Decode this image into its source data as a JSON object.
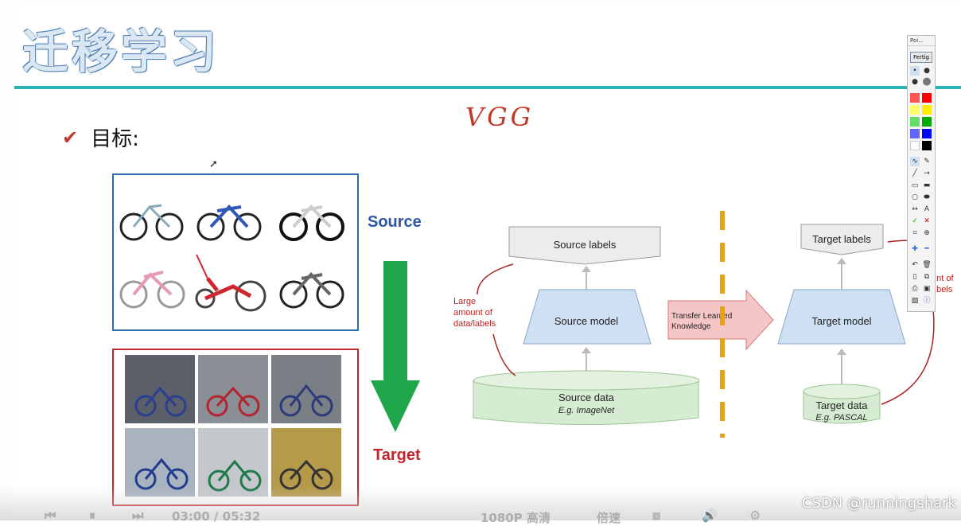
{
  "slide": {
    "title": "迁移学习",
    "bullet": "目标:",
    "handwriting": "VGG",
    "source_label": "Source",
    "target_label": "Target"
  },
  "diagram": {
    "source_labels": "Source labels",
    "source_model": "Source model",
    "source_data": "Source data",
    "source_data_eg": "E.g. ImageNet",
    "large_amount_1": "Large",
    "large_amount_2": "amount of",
    "large_amount_3": "data/labels",
    "transfer_1": "Transfer Learned",
    "transfer_2": "Knowledge",
    "target_labels": "Target labels",
    "target_model": "Target model",
    "target_data": "Target data",
    "target_data_eg": "E.g. PASCAL",
    "small_amount_1": "...nt of",
    "small_amount_2": "...bels"
  },
  "palette": {
    "title": "Poi...",
    "done_button": "Fertig",
    "colors": [
      "#ff5555",
      "#ff0000",
      "#ffff66",
      "#ffee00",
      "#66dd66",
      "#00aa00",
      "#6666ff",
      "#0000ff",
      "#ffffff",
      "#000000"
    ]
  },
  "player": {
    "time": "03:00 / 05:32",
    "quality": "1080P 高清",
    "speed": "倍速"
  },
  "watermark": "CSDN @runningshark",
  "colors": {
    "accent_teal": "#2bb3b3",
    "source_blue": "#2d57a4",
    "target_red": "#c0272d",
    "arrow_green": "#1fa64a",
    "model_blue": "#cfe0f3",
    "data_green": "#d6ecd2",
    "transfer_pink": "#f5c6c6"
  }
}
